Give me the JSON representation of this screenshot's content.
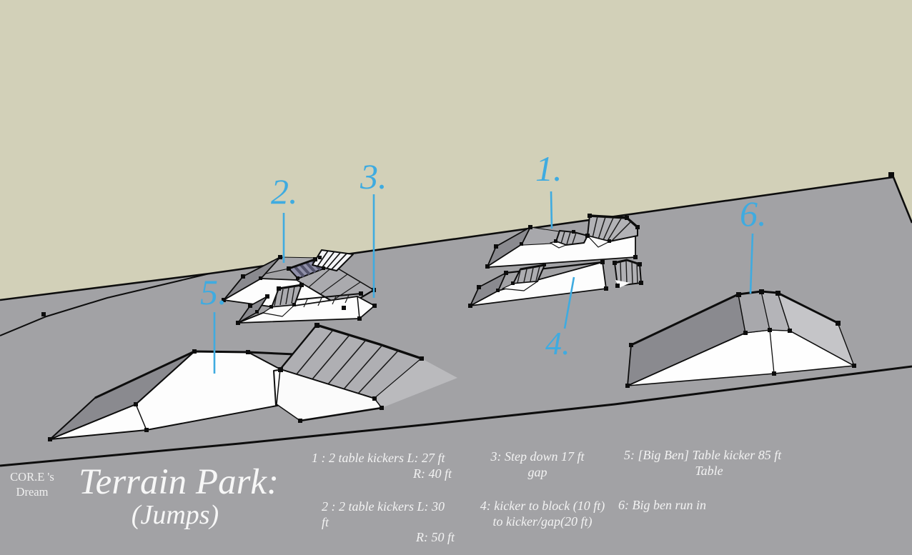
{
  "title": {
    "main": "Terrain Park:",
    "sub": "(Jumps)"
  },
  "watermark": {
    "line1": "COR.E 's",
    "line2": "Dream"
  },
  "markers": {
    "m1": "1.",
    "m2": "2.",
    "m3": "3.",
    "m4": "4.",
    "m5": "5.",
    "m6": "6."
  },
  "notes": {
    "n1": {
      "line1": "1 :  2 table kickers L: 27 ft",
      "line2": "R: 40 ft"
    },
    "n2": {
      "line1": "2 :  2 table kickers L: 30 ft",
      "line2": "R: 50 ft"
    },
    "n3": {
      "line1": "3:  Step down  17 ft",
      "line2": "gap"
    },
    "n4": {
      "line1": "4: kicker to block (10 ft)",
      "line2": "to kicker/gap(20 ft)"
    },
    "n5": {
      "line1": "5: [Big Ben]  Table kicker  85 ft",
      "line2": "Table"
    },
    "n6": {
      "line1": "6: Big ben run in"
    }
  },
  "colors": {
    "sky": "#D2D0B8",
    "slope": "#A2A2A5",
    "marker_cyan": "#3FABE0",
    "text_white": "#F3F3F3",
    "outline_black": "#0D0D0D"
  }
}
